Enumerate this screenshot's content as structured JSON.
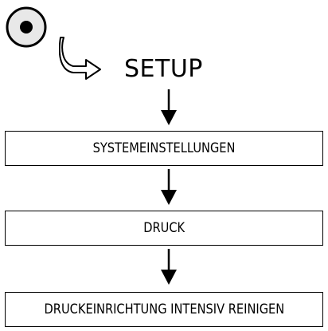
{
  "icons": {
    "button": "round-button-icon",
    "pointer": "hook-arrow-icon",
    "arrow": "down-arrow-icon"
  },
  "colors": {
    "ink": "#000000",
    "button_fill": "#e8e8e8",
    "background": "#ffffff"
  },
  "menu": {
    "title": "SETUP",
    "steps": [
      "SYSTEMEINSTELLUNGEN",
      "DRUCK",
      "DRUCKEINRICHTUNG INTENSIV REINIGEN"
    ]
  }
}
